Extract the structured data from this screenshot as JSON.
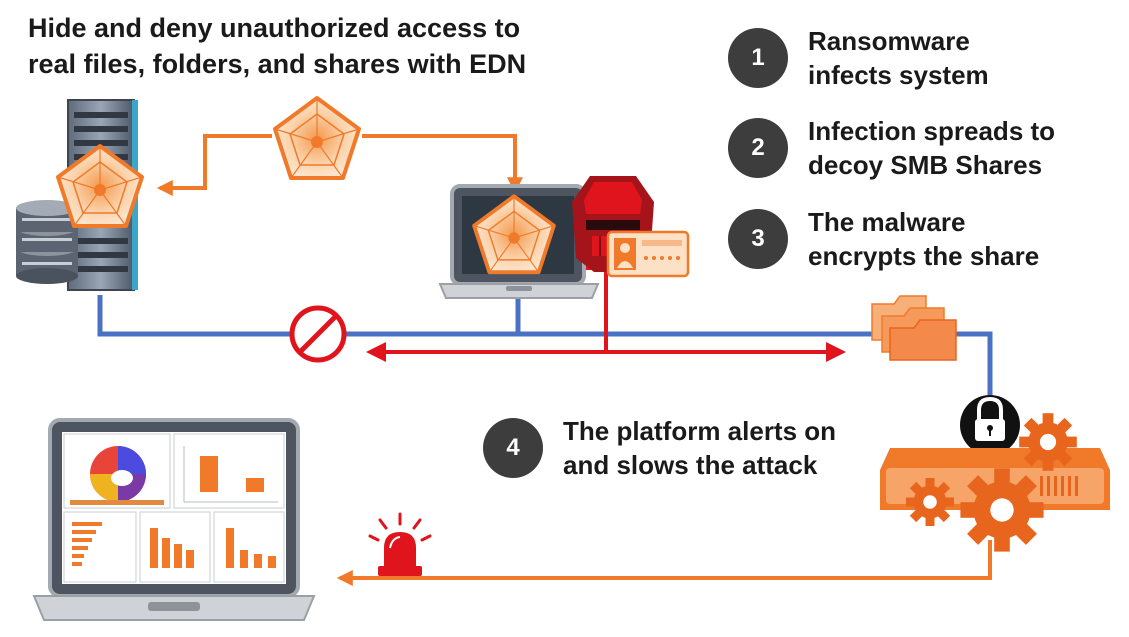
{
  "headline": {
    "line1": "Hide and deny unauthorized access to",
    "line2": "real files, folders, and shares with EDN"
  },
  "steps": [
    {
      "number": "1",
      "line1": "Ransomware",
      "line2": "infects system"
    },
    {
      "number": "2",
      "line1": "Infection spreads to",
      "line2": "decoy SMB Shares"
    },
    {
      "number": "3",
      "line1": "The malware",
      "line2": "encrypts the share"
    },
    {
      "number": "4",
      "line1": "The platform alerts on",
      "line2": "and slows the attack"
    }
  ],
  "colors": {
    "network_line": "#4a72c4",
    "decoy_orange": "#f07a2a",
    "attack_red": "#e0141c",
    "badge": "#3d3d3d",
    "text": "#1a1a1a"
  },
  "icons": [
    "server-rack-icon",
    "database-icon",
    "decoy-star-icon",
    "laptop-icon",
    "attacker-mask-icon",
    "id-card-icon",
    "block-icon",
    "folders-icon",
    "lock-icon",
    "gear-server-icon",
    "alarm-siren-icon",
    "dashboard-laptop-icon"
  ]
}
